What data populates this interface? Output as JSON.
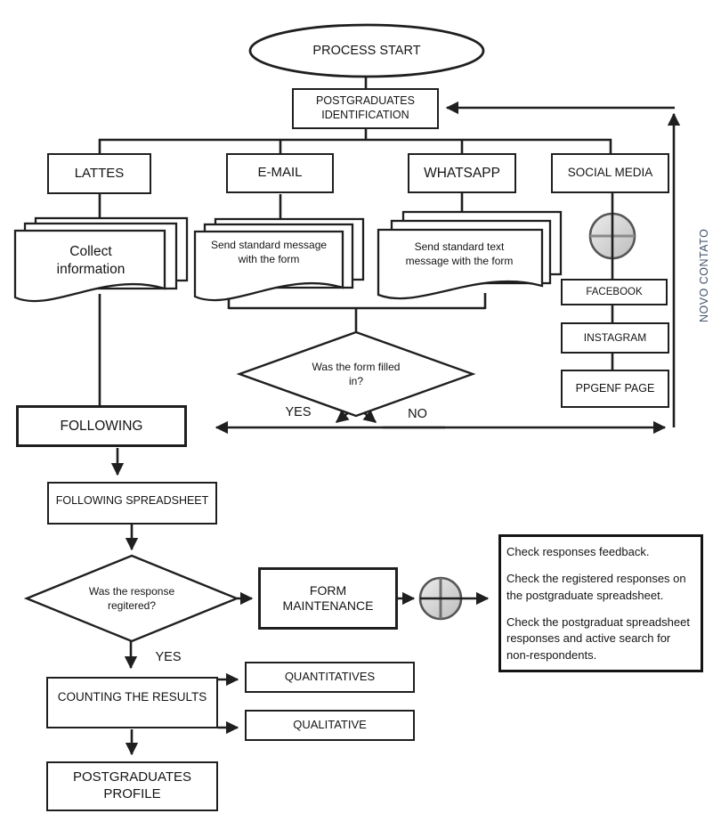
{
  "diagram": {
    "start": "PROCESS START",
    "identification": "POSTGRADUATES IDENTIFICATION",
    "channels": {
      "lattes": "LATTES",
      "email": "E-MAIL",
      "whatsapp": "WHATSAPP",
      "social_media": "SOCIAL MEDIA"
    },
    "documents": {
      "collect": "Collect information",
      "email_message": "Send standard message with the form",
      "whatsapp_message": "Send standard text message with the form"
    },
    "social_pages": {
      "facebook": "FACEBOOK",
      "instagram": "INSTAGRAM",
      "ppgenf": "PPGENF PAGE"
    },
    "feedback_label": "NOVO CONTATO",
    "decision_form": {
      "question": "Was the form filled in?",
      "yes": "YES",
      "no": "NO"
    },
    "following": "FOLLOWING",
    "following_spreadsheet": "FOLLOWING SPREADSHEET",
    "decision_response": {
      "question": "Was the response regitered?",
      "yes": "YES"
    },
    "form_maintenance": "FORM MAINTENANCE",
    "maintenance_notes": [
      "Check responses feedback.",
      "Check the registered responses on the postgraduate spreadsheet.",
      "Check the postgraduat spreadsheet responses and active search for non-respondents."
    ],
    "counting": "COUNTING THE RESULTS",
    "outputs": {
      "quantitatives": "QUANTITATIVES",
      "qualitative": "QUALITATIVE"
    },
    "profile": "POSTGRADUATES PROFILE"
  },
  "colors": {
    "line": "#1f1f1f",
    "feedback_text": "#44546a",
    "junction_fill": "#d6d6d6",
    "junction_border": "#565656",
    "junction_bar": "#8a8a8a"
  }
}
